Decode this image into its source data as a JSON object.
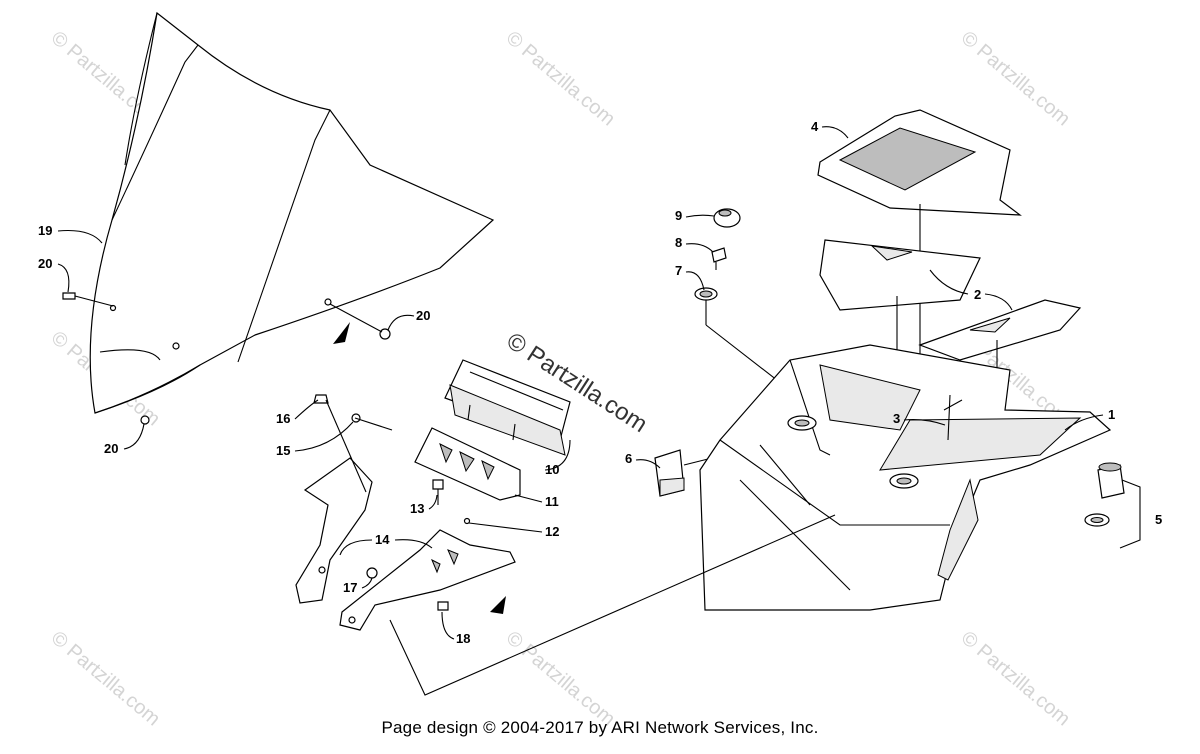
{
  "watermarks": {
    "corner_text": "© Partzilla.com",
    "center_text": "© Partzilla.com"
  },
  "callouts": [
    "1",
    "2",
    "3",
    "4",
    "5",
    "6",
    "7",
    "8",
    "9",
    "10",
    "11",
    "12",
    "13",
    "14",
    "15",
    "16",
    "17",
    "18",
    "19",
    "20"
  ],
  "footer": {
    "text": "Page design © 2004-2017 by ARI Network Services, Inc."
  }
}
